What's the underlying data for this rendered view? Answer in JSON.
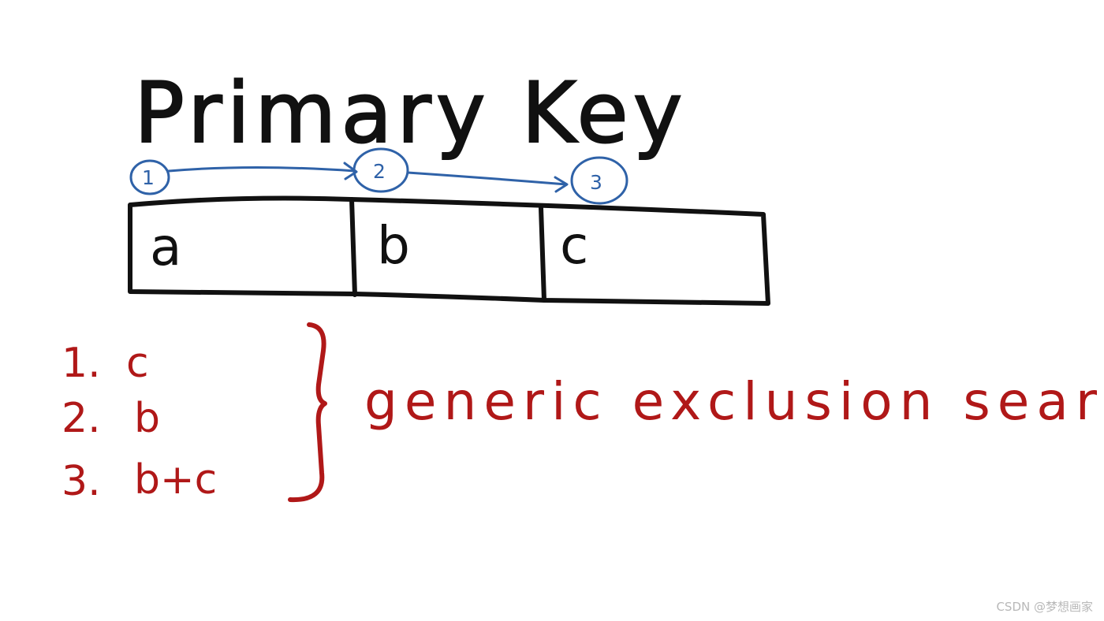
{
  "title": "Primary Key",
  "steps": [
    "1",
    "2",
    "3"
  ],
  "cells": [
    "a",
    "b",
    "c"
  ],
  "options": [
    {
      "number": "1.",
      "columns": "c"
    },
    {
      "number": "2.",
      "columns": "b"
    },
    {
      "number": "3.",
      "columns": "b+c"
    }
  ],
  "bracket_label": "generic exclusion search",
  "watermark": "CSDN @梦想画家",
  "colors": {
    "ink": "#111111",
    "steps": "#2f62a8",
    "notes": "#b01818"
  }
}
